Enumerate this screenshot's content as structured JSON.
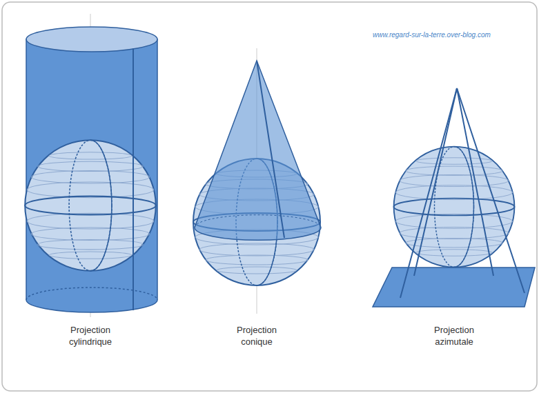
{
  "diagram": {
    "labels": [
      "www.regard-sur-la-terre.over-blog.com",
      "Projection cylindrique",
      "Projection conique",
      "Projection azimutale"
    ]
  }
}
